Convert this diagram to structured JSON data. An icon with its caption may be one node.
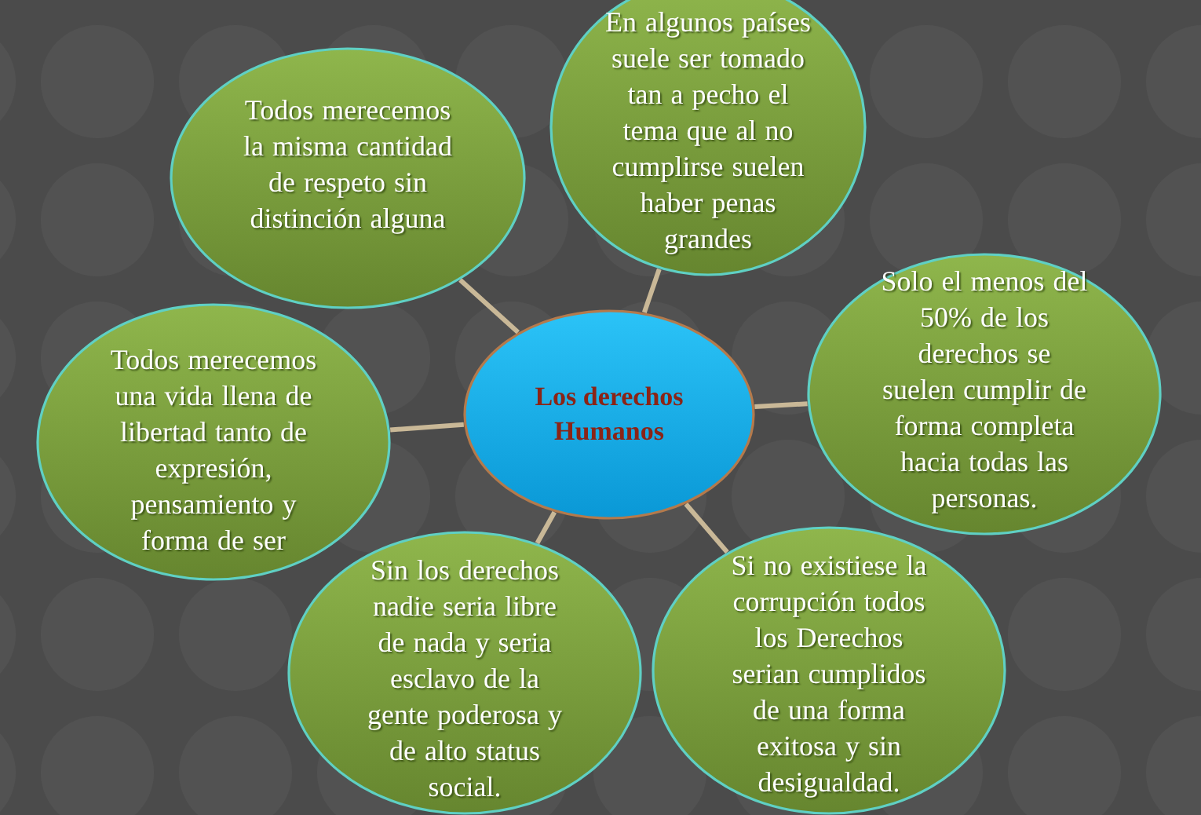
{
  "diagram": {
    "nodes": [
      {
        "text": [
          "Los derechos Humanos"
        ]
      },
      {
        "text": [
          "Todos merecemos la misma cantidad de respeto sin distinción alguna"
        ]
      },
      {
        "text": [
          "En algunos países suele ser tomado tan a pecho el tema que al no cumplirse suelen haber penas grandes"
        ]
      },
      {
        "text": [
          "Solo el menos del 50% de los derechos se suelen cumplir de forma completa hacia todas las personas."
        ]
      },
      {
        "text": [
          "Si no existiese la corrupción todos los Derechos serian cumplidos de una forma exitosa y sin desigualdad."
        ]
      },
      {
        "text": [
          "Sin los derechos nadie seria libre de nada y seria esclavo de la gente poderosa y de alto status social."
        ]
      },
      {
        "text": [
          "Todos merecemos una vida llena de libertad tanto de expresión, pensamiento y forma de ser"
        ]
      }
    ],
    "edges": [
      {
        "from": 0,
        "to": 1,
        "arrow": "none"
      },
      {
        "from": 0,
        "to": 2,
        "arrow": "none"
      },
      {
        "from": 0,
        "to": 3,
        "arrow": "none"
      },
      {
        "from": 0,
        "to": 4,
        "arrow": "none"
      },
      {
        "from": 0,
        "to": 5,
        "arrow": "none"
      },
      {
        "from": 0,
        "to": 6,
        "arrow": "none"
      }
    ]
  }
}
